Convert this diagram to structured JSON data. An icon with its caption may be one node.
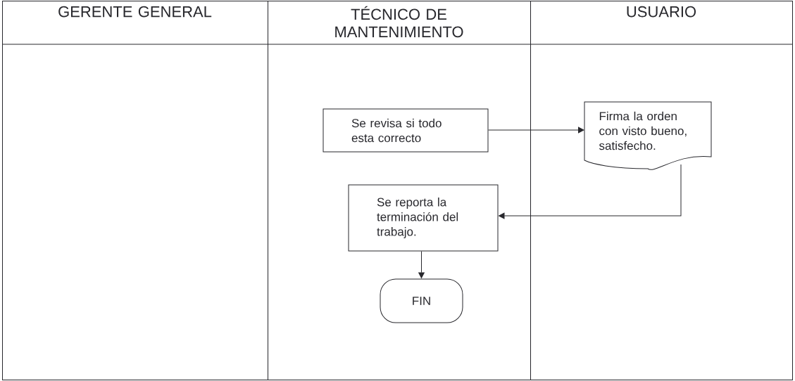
{
  "diagram": {
    "nodes": [
      {
        "text": [
          "GERENTE GENERAL"
        ]
      },
      {
        "text": [
          "TÉCNICO DE MANTENIMIENTO"
        ]
      },
      {
        "text": [
          "USUARIO"
        ]
      },
      {
        "text": [
          "Se revisa si todo esta correcto"
        ],
        "in": 1
      },
      {
        "text": [
          "Firma la orden con visto bueno, satisfecho."
        ],
        "in": 2
      },
      {
        "text": [
          "Se reporta la terminación del trabajo."
        ],
        "in": 1
      },
      {
        "text": [
          "FIN"
        ],
        "in": 1
      }
    ],
    "edges": [
      {
        "from": 3,
        "to": 4,
        "arrow": "to"
      },
      {
        "from": 4,
        "to": 5,
        "arrow": "to"
      },
      {
        "from": 5,
        "to": 6,
        "arrow": "to"
      }
    ]
  }
}
